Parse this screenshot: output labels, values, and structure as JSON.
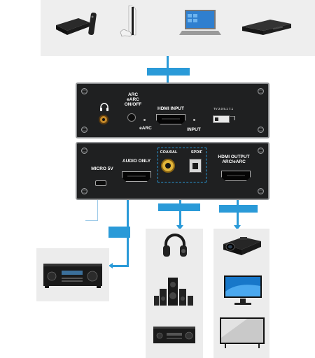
{
  "top_panel": {
    "port_labels": {
      "arc_switch": "ARC\neARC\nON/OFF",
      "hdmi_input": "HDMI INPUT",
      "earc": "eARC",
      "input": "INPUT",
      "tv_channels": "TV 2.0 5.1 7.1"
    }
  },
  "bottom_panel": {
    "port_labels": {
      "micro_5v": "MICRO 5V",
      "audio_only": "AUDIO ONLY",
      "coaxial": "COAXIAL",
      "spdif": "SPDIF",
      "hdmi_output": "HDMI OUTPUT\nARC/eARC"
    }
  },
  "source_devices": [
    "tv-box-icon",
    "game-console-icon",
    "laptop-icon",
    "dvd-player-icon"
  ],
  "audio_devices": [
    "headphones-icon",
    "speaker-system-icon",
    "amplifier-icon"
  ],
  "display_devices": [
    "projector-icon",
    "monitor-icon",
    "television-icon"
  ],
  "receiver_device": "av-receiver-icon",
  "colors": {
    "accent": "#2a9ad8",
    "panel": "#1f2021",
    "card": "#eeeeee"
  }
}
